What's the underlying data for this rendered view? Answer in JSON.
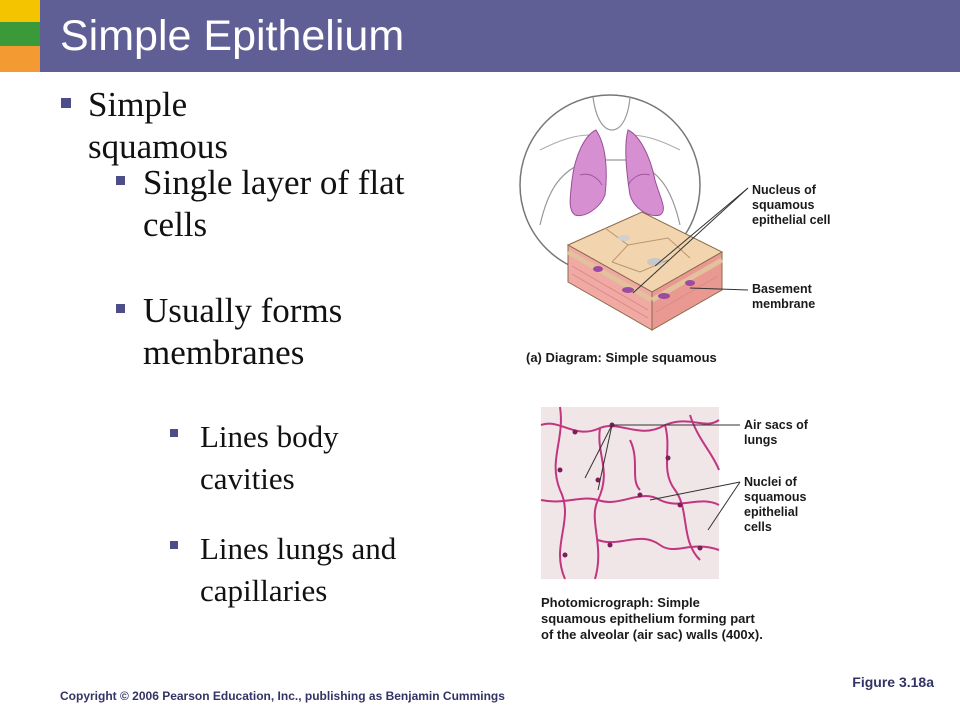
{
  "slide": {
    "title": "Simple Epithelium",
    "bullets": [
      {
        "level": 1,
        "text": "Simple squamous"
      },
      {
        "level": 2,
        "lines": [
          "Single layer of flat",
          "cells"
        ]
      },
      {
        "level": 2,
        "lines": [
          "Usually forms",
          "membranes"
        ]
      },
      {
        "level": 3,
        "lines": [
          "Lines body",
          "cavities"
        ]
      },
      {
        "level": 3,
        "lines": [
          "Lines lungs and",
          "capillaries"
        ]
      }
    ]
  },
  "figure": {
    "diagram_labels": {
      "nucleus": [
        "Nucleus of",
        "squamous",
        "epithelial cell"
      ],
      "basement": [
        "Basement",
        "membrane"
      ]
    },
    "diagram_caption_prefix": "(a) Diagram:",
    "diagram_caption_text": "Simple squamous",
    "photo_labels": {
      "air_sacs": [
        "Air sacs of",
        "lungs"
      ],
      "nuclei": [
        "Nuclei of",
        "squamous",
        "epithelial",
        "cells"
      ]
    },
    "photo_caption": [
      "Photomicrograph: Simple",
      "squamous epithelium forming part",
      "of the alveolar (air sac) walls (400x)."
    ]
  },
  "footer": {
    "copyright": "Copyright © 2006 Pearson Education, Inc., publishing as Benjamin Cummings",
    "figure_number": "Figure 3.18a"
  },
  "colors": {
    "title_bar": "#5f5f96",
    "bullet_mark": "#4d4d8a",
    "lung_pink": "#d68fd0",
    "tissue_tan": "#f2d4ae",
    "stain_magenta": "#c2357f"
  }
}
